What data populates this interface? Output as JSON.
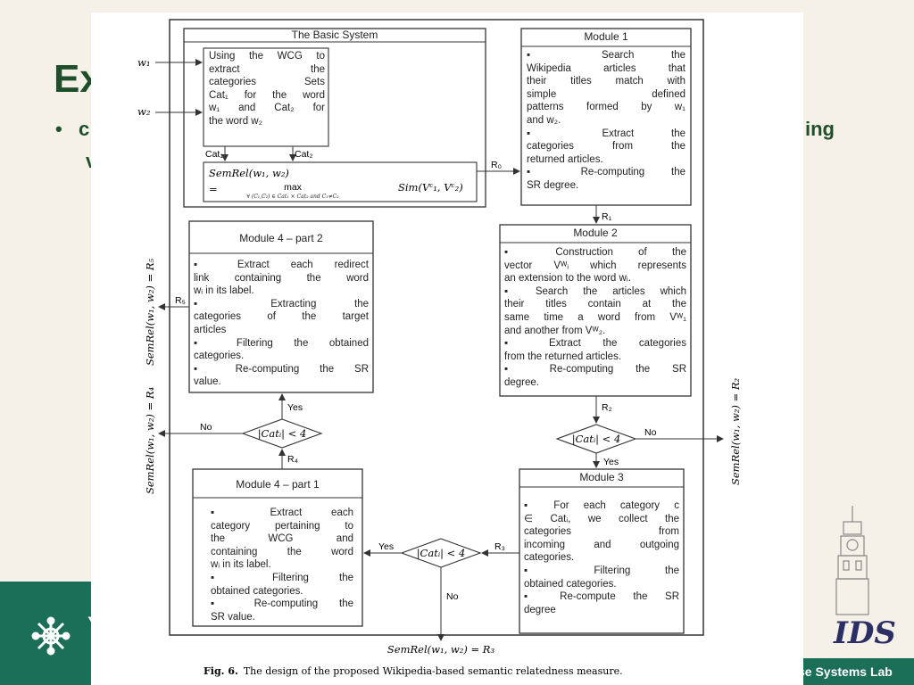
{
  "slide": {
    "title": "Ex",
    "bullet_mark": "•",
    "bullet_fragment": "c",
    "right_fragment": "ing",
    "second_fragment": "v",
    "band_letter": "Y",
    "lab_label": "se Systems Lab",
    "ids_logo": "IDS"
  },
  "diagram": {
    "basic_system": {
      "title": "The Basic System",
      "inputs": [
        "w₁",
        "w₂"
      ],
      "body": [
        "Using the WCG to",
        "extract the",
        "categories Sets",
        "Cat₁ for the word",
        "w₁ and Cat₂ for",
        "the word w₂"
      ],
      "cat_labels": [
        "Cat₁",
        "Cat₂"
      ],
      "formula_lhs": "SemRel(w₁, w₂)",
      "formula_eq": "=",
      "formula_max": "max",
      "formula_sub": "∀ (C₁,C₂) ∈ Cat₁ × Cat₂ and C₁≠C₂",
      "formula_rhs": "Sim(Vᶜ₁, Vᶜ₂)"
    },
    "module1": {
      "title": "Module 1",
      "body": [
        "▪  Search the",
        "Wikipedia articles that",
        "their titles match with",
        "simple defined",
        "patterns formed by w₁",
        "and w₂.",
        "▪  Extract the",
        "categories from the",
        "returned articles.",
        "▪  Re-computing the",
        "SR degree."
      ]
    },
    "module2": {
      "title": "Module 2",
      "body": [
        "▪  Construction of the",
        "vector Vᵂᵢ which represents",
        "an extension to the word wᵢ.",
        "▪  Search the articles which",
        "their titles contain at the",
        "same time a word from Vᵂ₁",
        "and another from Vᵂ₂.",
        "▪  Extract the categories",
        "from the returned articles.",
        "▪  Re-computing the SR",
        "degree."
      ]
    },
    "module3": {
      "title": "Module 3",
      "body": [
        "▪  For each category c",
        "∈ Catᵢ, we collect the",
        "categories from",
        "incoming and outgoing",
        "categories.",
        "▪  Filtering the",
        "obtained categories.",
        "▪  Re-compute the SR",
        "degree"
      ]
    },
    "module4_part1": {
      "title": "Module 4 – part 1",
      "body": [
        "▪  Extract each",
        "category pertaining to",
        "the WCG and",
        "containing the word",
        "wᵢ in its label.",
        "▪  Filtering the",
        "obtained categories.",
        "▪  Re-computing the",
        "SR value."
      ]
    },
    "module4_part2": {
      "title": "Module 4 – part 2",
      "body": [
        "▪  Extract each redirect",
        "link containing the word",
        "wᵢ in its label.",
        "▪  Extracting the",
        "categories of the target",
        "articles",
        "▪  Filtering the obtained",
        "categories.",
        "▪  Re-computing the SR",
        "value."
      ]
    },
    "decision_label": "|Catᵢ| < 4",
    "edge_labels": {
      "r0": "R₀",
      "r1": "R₁",
      "r2": "R₂",
      "r3": "R₃",
      "r4": "R₄",
      "r5": "R₅",
      "yes": "Yes",
      "no": "No"
    },
    "outputs": {
      "r5": "SemRel(w₁, w₂) = R₅",
      "r4": "SemRel(w₁, w₂) = R₄",
      "r2": "SemRel(w₁, w₂) = R₂",
      "r3": "SemRel(w₁, w₂) = R₃"
    },
    "caption_label": "Fig. 6.",
    "caption_text": "The design of the proposed Wikipedia-based semantic relatedness measure."
  }
}
